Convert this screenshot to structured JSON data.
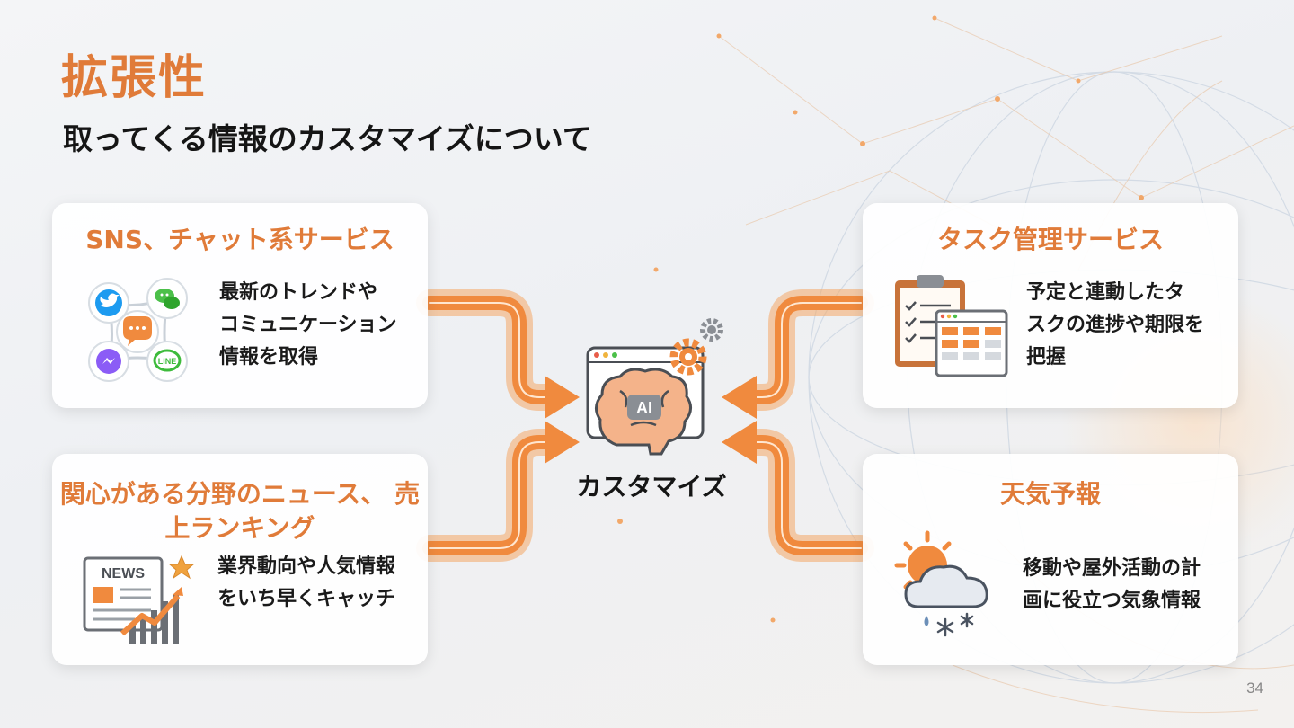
{
  "slide": {
    "title": "拡張性",
    "subtitle": "取ってくる情報のカスタマイズについて",
    "page_number": "34"
  },
  "hub": {
    "badge": "AI",
    "label": "カスタマイズ",
    "icon": "ai-brain-icon"
  },
  "cards": {
    "sns": {
      "title": "SNS、チャット系サービス",
      "body": "最新のトレンドや\nコミュニケーション\n情報を取得",
      "icon": "social-network-icon",
      "sub_icon_label": "LINE"
    },
    "news": {
      "title": "関心がある分野のニュース、\n売上ランキング",
      "body": "業界動向や人気情報\nをいち早くキャッチ",
      "icon": "news-ranking-icon",
      "sub_icon_label": "NEWS"
    },
    "task": {
      "title": "タスク管理サービス",
      "body": "予定と連動したタ\nスクの進捗や期限を\n把握",
      "icon": "clipboard-kanban-icon"
    },
    "weather": {
      "title": "天気予報",
      "body": "移動や屋外活動の計\n画に役立つ気象情報",
      "icon": "weather-icon"
    }
  },
  "colors": {
    "accent": "#e07b39",
    "accent_light": "#f4a866",
    "text": "#151515",
    "card_bg": "#ffffff"
  }
}
